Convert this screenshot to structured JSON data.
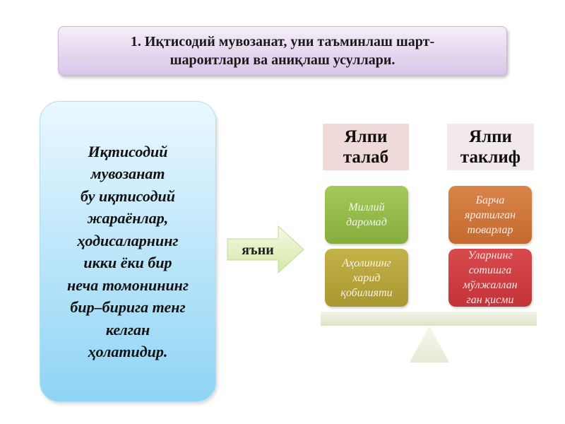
{
  "title": {
    "line1": "1. Иқтисодий мувозанат, уни таъминлаш шарт-",
    "line2": "шароитлари ва аниқлаш усуллари."
  },
  "definition": {
    "lines": [
      "Иқтисодий",
      "мувозанат",
      "бу иқтисодий",
      "жараёнлар,",
      "ҳодисаларнинг",
      "икки ёки бир",
      "неча томонининг",
      "бир–бирига тенг",
      "келган",
      "ҳолатидир."
    ]
  },
  "arrow_label": "яъни",
  "columns": [
    {
      "header": [
        "Ялпи",
        "талаб"
      ],
      "items": [
        [
          "Миллий",
          "даромад"
        ],
        [
          "Аҳолининг",
          "харид",
          "қобилияти"
        ]
      ]
    },
    {
      "header": [
        "Ялпи",
        "таклиф"
      ],
      "items": [
        [
          "Барча",
          "яратилган",
          "товарлар"
        ],
        [
          "Уларнинг",
          "сотишга",
          "мўлжаллан",
          "ган қисми"
        ]
      ]
    }
  ],
  "colors": {
    "title_bg": "#d9c6e8",
    "definition_bg": "#8fd4f5",
    "arrow_fill": "#e4f0c4",
    "header_bg": "#f0d9d9",
    "tile_green": "#85ad3c",
    "tile_olive": "#a99730",
    "tile_orange": "#c46a30",
    "tile_red": "#c23438",
    "scale_beam": "#dde3c7"
  }
}
